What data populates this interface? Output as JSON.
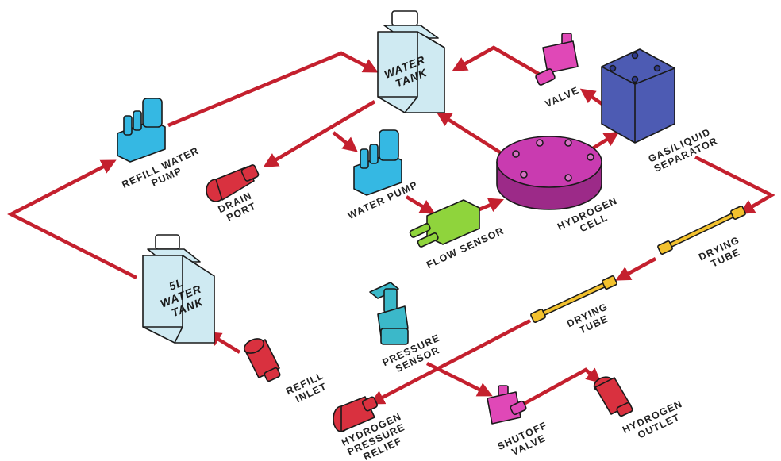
{
  "colors": {
    "pipe": "#c4202e",
    "tank_fill": "#cfeaf2",
    "pump_fill": "#35b8e3",
    "valve_fill": "#e048b7",
    "separator_fill": "#4d5bb3",
    "cell_fill": "#c93bb0",
    "flow_sensor_fill": "#8fd43c",
    "fitting_fill": "#d9313f",
    "drying_tube_fill": "#f2c12e",
    "pressure_sensor_fill": "#3bb8c9",
    "outline": "#1a1a1a"
  },
  "labels": {
    "water_tank": [
      "WATER",
      "TANK"
    ],
    "five_l_tank": [
      "5L",
      "WATER",
      "TANK"
    ],
    "refill_water_pump": [
      "REFILL WATER",
      "PUMP"
    ],
    "drain_port": [
      "DRAIN",
      "PORT"
    ],
    "water_pump": [
      "WATER PUMP"
    ],
    "valve": [
      "VALVE"
    ],
    "separator": [
      "GAS/LIQUID",
      "SEPARATOR"
    ],
    "hydrogen_cell": [
      "HYDROGEN",
      "CELL"
    ],
    "flow_sensor": [
      "FLOW SENSOR"
    ],
    "drying_tube_upper": [
      "DRYING",
      "TUBE"
    ],
    "drying_tube_lower": [
      "DRYING",
      "TUBE"
    ],
    "pressure_sensor": [
      "PRESSURE",
      "SENSOR"
    ],
    "refill_inlet": [
      "REFILL",
      "INLET"
    ],
    "hydrogen_pressure_relief": [
      "HYDROGEN",
      "PRESSURE",
      "RELIEF"
    ],
    "shutoff_valve": [
      "SHUTOFF",
      "VALVE"
    ],
    "hydrogen_outlet": [
      "HYDROGEN",
      "OUTLET"
    ]
  }
}
